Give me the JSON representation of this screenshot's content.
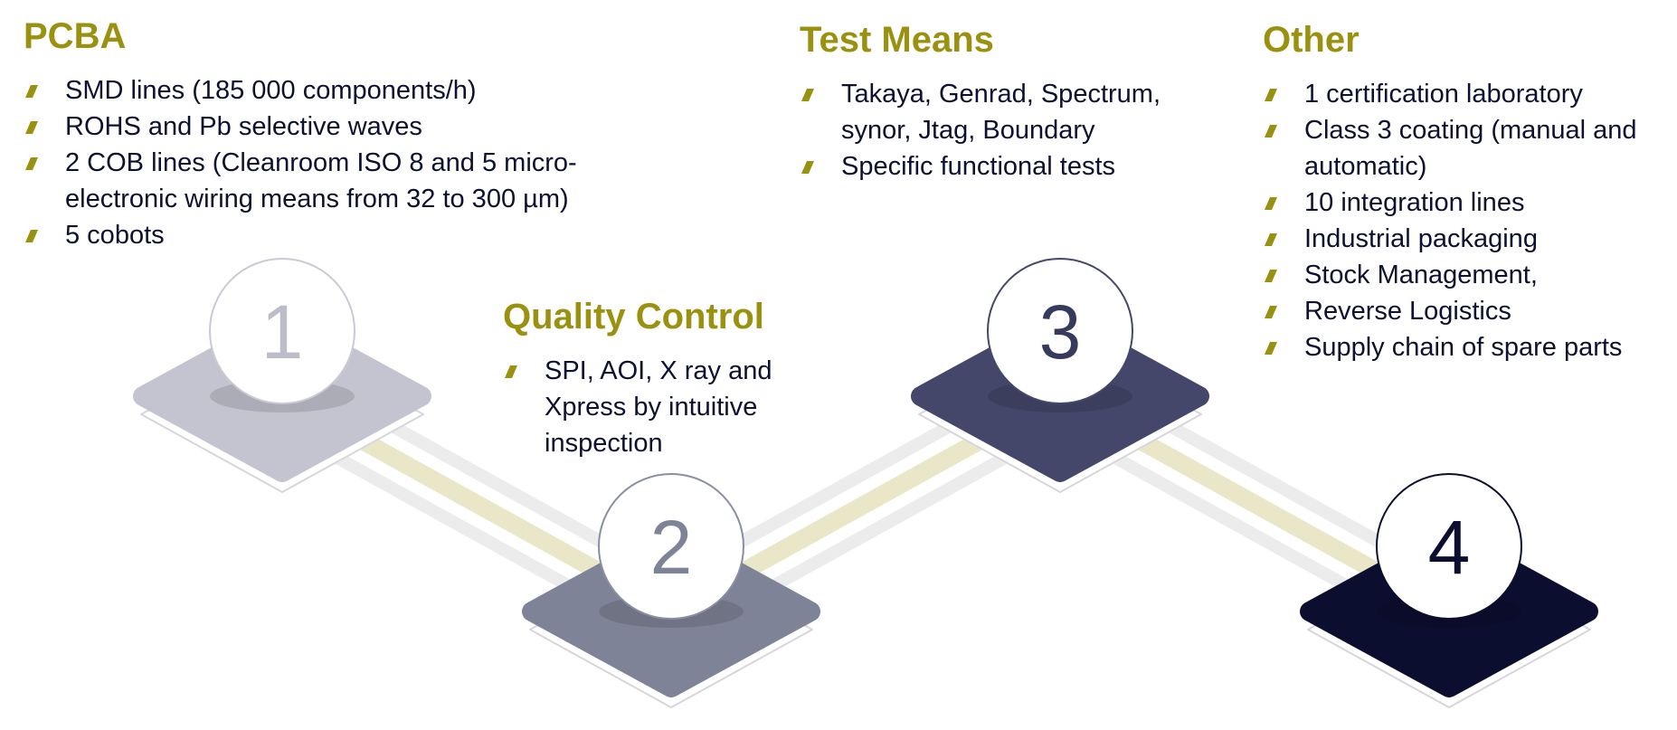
{
  "sections": [
    {
      "heading": "PCBA",
      "items": [
        "SMD lines (185 000 components/h)",
        "ROHS and Pb selective waves",
        "2 COB lines (Cleanroom ISO 8 and 5 micro-electronic wiring means from 32 to 300 µm)",
        "5 cobots"
      ]
    },
    {
      "heading": "Quality Control",
      "items": [
        "SPI, AOI, X ray and Xpress by intuitive inspection"
      ]
    },
    {
      "heading": "Test Means",
      "items": [
        "Takaya, Genrad, Spectrum, synor, Jtag, Boundary",
        "Specific functional tests"
      ]
    },
    {
      "heading": "Other",
      "items": [
        "1 certification laboratory",
        "Class 3 coating (manual and automatic)",
        "10 integration lines",
        "Industrial packaging",
        "Stock Management,",
        "Reverse Logistics",
        "Supply chain of spare parts"
      ]
    }
  ],
  "steps": [
    {
      "number": "1",
      "pad_color": "#c3c4cf",
      "number_color": "#bcbdc8"
    },
    {
      "number": "2",
      "pad_color": "#7f8397",
      "number_color": "#7f8397"
    },
    {
      "number": "3",
      "pad_color": "#44476a",
      "number_color": "#363a5c"
    },
    {
      "number": "4",
      "pad_color": "#0c0e2f",
      "number_color": "#0c0e2f"
    }
  ],
  "colors": {
    "heading": "#9a9110",
    "text": "#0d1030",
    "bullet": "#9a9110",
    "connector_accent": "#e9e7c8",
    "connector_base": "#ececec"
  },
  "icons": {
    "bullet": "slanted-bar-bullet-icon"
  }
}
